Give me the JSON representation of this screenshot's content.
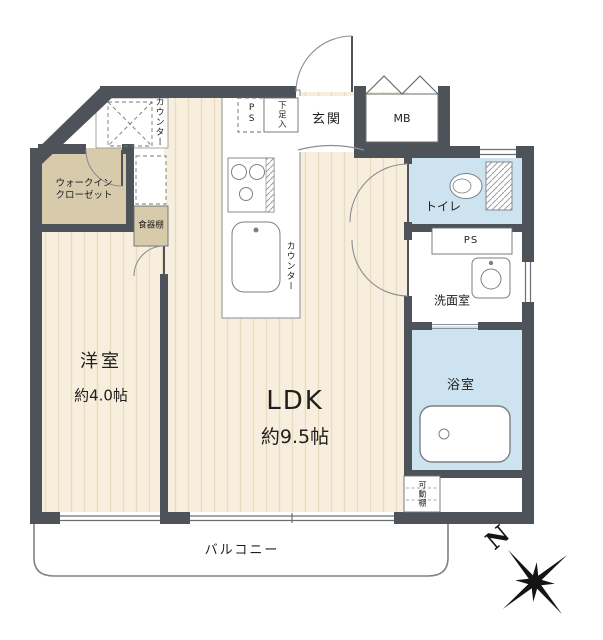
{
  "rooms": {
    "ldk": {
      "label": "LDK",
      "area": "約9.5帖"
    },
    "western_room": {
      "label": "洋室",
      "area": "約4.0帖"
    },
    "walk_in_closet": {
      "line1": "ウォークイン",
      "line2": "クローゼット"
    },
    "entrance": {
      "label": "玄関"
    },
    "toilet": {
      "label": "トイレ"
    },
    "washroom": {
      "label": "洗面室"
    },
    "bathroom": {
      "label": "浴室"
    },
    "balcony": {
      "label": "バルコニー"
    }
  },
  "labels": {
    "counter_top": "カウンター",
    "kitchen_counter": "カウンター",
    "cupboard": "食器棚",
    "shoe_cabinet": "下足入",
    "pipe_space_top": "PS",
    "pipe_space_right": "PS",
    "meter_box": "MB",
    "movable_shelf": "可動棚",
    "compass_north": "N"
  },
  "colors": {
    "wall": "#4d5358",
    "floor_cream": "#f7eedd",
    "floor_stripe": "#e8dcc0",
    "closet_beige": "#d8cbac",
    "wet_area_blue": "#cde3ef",
    "fixture_line": "#7b8084"
  }
}
